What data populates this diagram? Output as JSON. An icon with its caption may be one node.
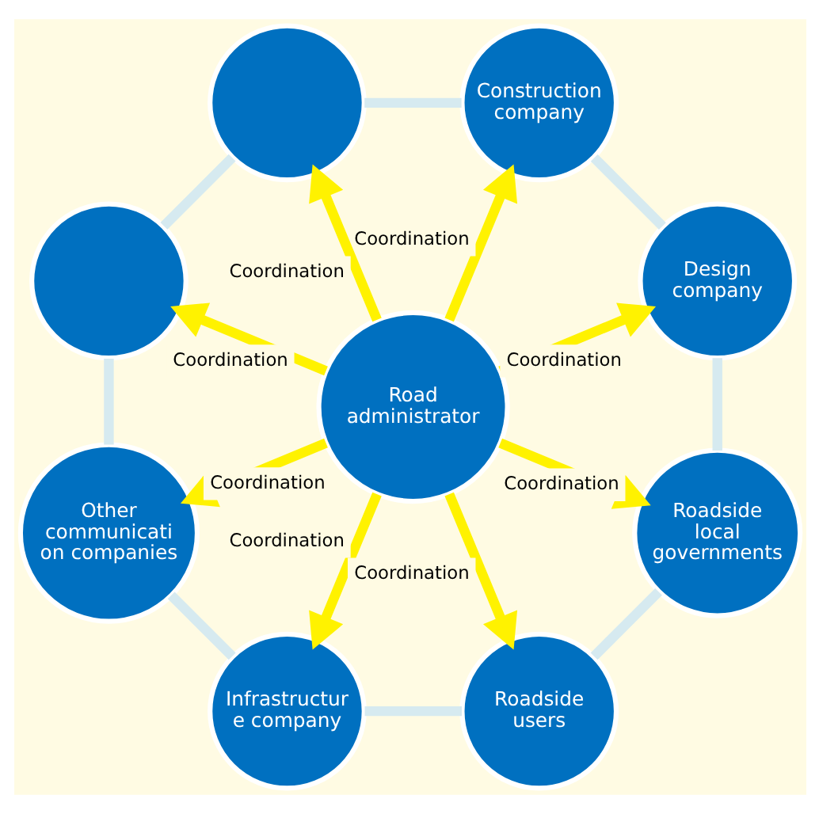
{
  "diagram": {
    "nodes": [
      {
        "text": [
          "Road administrator"
        ]
      },
      {
        "text": [
          "Design company"
        ]
      },
      {
        "text": [
          "Construction company"
        ]
      },
      {
        "text": [],
        "shape": "circle"
      },
      {
        "text": [],
        "shape": "circle"
      },
      {
        "text": [
          "Other communicati on companies"
        ]
      },
      {
        "text": [
          "Infrastructur e company"
        ]
      },
      {
        "text": [
          "Roadside users"
        ]
      },
      {
        "text": [
          "Roadside local governments"
        ]
      }
    ],
    "edges": [
      {
        "from": 0,
        "to": 1,
        "arrow": "to",
        "label": "Coordination",
        "color": "#fff200"
      },
      {
        "from": 0,
        "to": 2,
        "arrow": "to",
        "label": "Coordination",
        "color": "#fff200"
      },
      {
        "from": 0,
        "to": 3,
        "arrow": "to",
        "label": "Coordination",
        "color": "#fff200"
      },
      {
        "from": 0,
        "to": 4,
        "arrow": "to",
        "label": "Coordination",
        "color": "#fff200"
      },
      {
        "from": 0,
        "to": 5,
        "arrow": "to",
        "label": "Coordination",
        "color": "#fff200"
      },
      {
        "from": 0,
        "to": 6,
        "arrow": "to",
        "label": "Coordination",
        "color": "#fff200"
      },
      {
        "from": 0,
        "to": 7,
        "arrow": "to",
        "label": "Coordination",
        "color": "#fff200"
      },
      {
        "from": 0,
        "to": 8,
        "arrow": "to",
        "label": "Coordination",
        "color": "#fff200"
      },
      {
        "from": 1,
        "to": 2,
        "arrow": "none",
        "color": "#d6eaf0"
      },
      {
        "from": 2,
        "to": 3,
        "arrow": "none",
        "color": "#d6eaf0"
      },
      {
        "from": 3,
        "to": 4,
        "arrow": "none",
        "color": "#d6eaf0"
      },
      {
        "from": 4,
        "to": 5,
        "arrow": "none",
        "color": "#d6eaf0"
      },
      {
        "from": 5,
        "to": 6,
        "arrow": "none",
        "color": "#d6eaf0"
      },
      {
        "from": 6,
        "to": 7,
        "arrow": "none",
        "color": "#d6eaf0"
      },
      {
        "from": 7,
        "to": 8,
        "arrow": "none",
        "color": "#d6eaf0"
      },
      {
        "from": 8,
        "to": 1,
        "arrow": "none",
        "color": "#d6eaf0"
      }
    ]
  }
}
